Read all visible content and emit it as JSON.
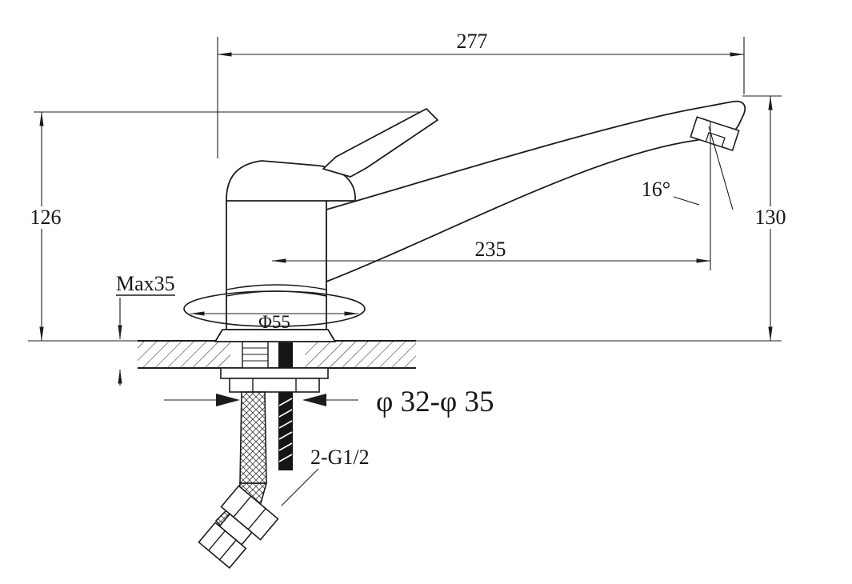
{
  "colors": {
    "background": "#ffffff",
    "line": "#1c1c1c"
  },
  "labels": {
    "overall_length": "277",
    "height_to_handle": "126",
    "spout_height": "130",
    "spout_reach": "235",
    "spout_angle": "16°",
    "max_deck_thickness": "Max35",
    "base_diameter": "Φ55",
    "mounting_hole": "φ 32-φ 35",
    "inlet_thread": "2-G1/2"
  }
}
